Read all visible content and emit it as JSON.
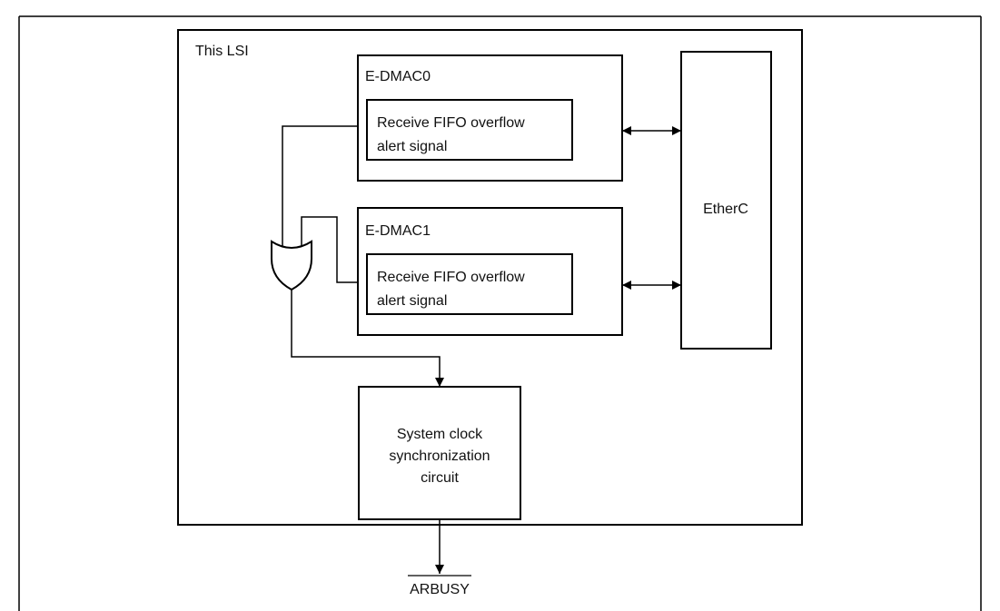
{
  "lsi": {
    "label": "This LSI"
  },
  "edmac0": {
    "label": "E-DMAC0",
    "signal_line1": "Receive FIFO overflow",
    "signal_line2": "alert signal"
  },
  "edmac1": {
    "label": "E-DMAC1",
    "signal_line1": "Receive FIFO overflow",
    "signal_line2": "alert signal"
  },
  "etherc": {
    "label": "EtherC"
  },
  "sync": {
    "line1": "System clock",
    "line2": "synchronization",
    "line3": "circuit"
  },
  "output": {
    "signal": "ARBUSY",
    "active_low": true
  }
}
